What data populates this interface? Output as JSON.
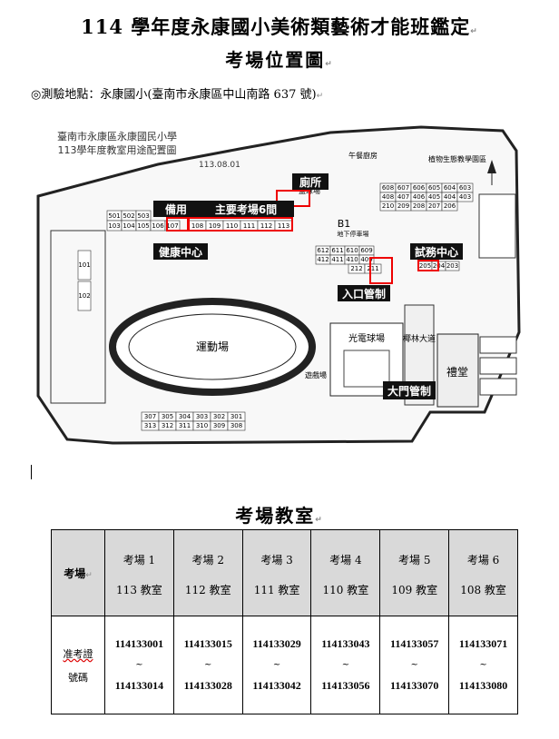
{
  "header": {
    "title": "114 學年度永康國小美術類藝術才能班鑑定",
    "subtitle": "考場位置圖",
    "location": "◎測驗地點：永康國小(臺南市永康區中山南路 637 號)"
  },
  "map": {
    "school_name": "臺南市永康區永康國民小學",
    "plan_title": "113學年度教室用途配置圖",
    "date": "113.08.01",
    "callouts": {
      "standby": "備用",
      "main_rooms": "主要考場6間",
      "restroom": "廁所",
      "health_center": "健康中心",
      "exam_affairs": "試務中心",
      "entry_control": "入口管制",
      "gate_control": "大門管制"
    },
    "places": {
      "field": "運動場",
      "court": "光電球場",
      "hall": "禮堂",
      "b1": "B1",
      "b1_sub": "地下停車場",
      "kitchen": "午餐廚房",
      "pool": "籃球場",
      "avenue": "椰林大道",
      "gazebo": "遊戲場",
      "garden": "植物生態教學園區"
    },
    "rooms_row_top": [
      "501",
      "502",
      "503"
    ],
    "rooms_row_mid": [
      "103",
      "104",
      "105",
      "106",
      "107"
    ],
    "main_rooms": [
      "108",
      "109",
      "110",
      "111",
      "112",
      "113"
    ],
    "rooms_600_top": [
      "608",
      "607",
      "606",
      "605",
      "604",
      "603"
    ],
    "rooms_400": [
      "408",
      "407",
      "406",
      "405",
      "404",
      "403"
    ],
    "rooms_200": [
      "210",
      "209",
      "208",
      "207",
      "206"
    ],
    "rooms_612": [
      "612",
      "611",
      "610",
      "609"
    ],
    "rooms_412": [
      "412",
      "411",
      "410",
      "409"
    ],
    "rooms_212": [
      "212",
      "211"
    ],
    "rooms_205": [
      "205",
      "204",
      "203"
    ],
    "rooms_300": [
      "307",
      "305",
      "304",
      "303",
      "302",
      "301"
    ],
    "rooms_310": [
      "313",
      "312",
      "311",
      "310",
      "309",
      "308"
    ],
    "left_rooms": [
      "101",
      "102"
    ]
  },
  "section_title": "考場教室",
  "table": {
    "corner_label": "考場",
    "row_label_line1": "准考證",
    "row_label_line2": "號碼",
    "columns": [
      {
        "site": "考場 1",
        "room": "113 教室",
        "from": "114133001",
        "to": "114133014"
      },
      {
        "site": "考場 2",
        "room": "112 教室",
        "from": "114133015",
        "to": "114133028"
      },
      {
        "site": "考場 3",
        "room": "111 教室",
        "from": "114133029",
        "to": "114133042"
      },
      {
        "site": "考場 4",
        "room": "110 教室",
        "from": "114133043",
        "to": "114133056"
      },
      {
        "site": "考場 5",
        "room": "109 教室",
        "from": "114133057",
        "to": "114133070"
      },
      {
        "site": "考場 6",
        "room": "108 教室",
        "from": "114133071",
        "to": "114133080"
      }
    ],
    "tilde": "~"
  },
  "colors": {
    "callout_bg": "#111111",
    "highlight": "#e00000",
    "header_bg": "#d9d9d9"
  }
}
